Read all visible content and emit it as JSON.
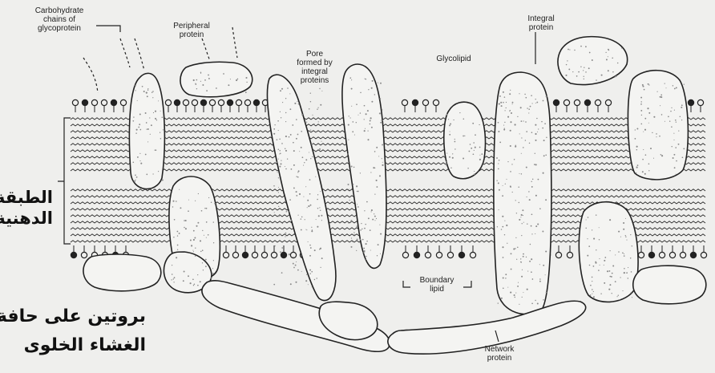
{
  "labels": {
    "carbohydrate": "Carbohydrate\nchains of\nglycoprotein",
    "peripheral": "Peripheral\nprotein",
    "pore": "Pore\nformed by\nintegral\nproteins",
    "glycolipid": "Glycolipid",
    "integral": "Integral\nprotein",
    "boundary": "Boundary\nlipid",
    "network": "Network\nprotein"
  },
  "arabic": {
    "lipid_layer_line1": "الطبقة",
    "lipid_layer_line2": "الدهنية",
    "edge_protein_line1": "بروتين على حافة",
    "edge_protein_line2": "الغشاء الخلوى"
  },
  "colors": {
    "ink": "#222222",
    "background": "#efefed",
    "protein_fill": "#f4f4f2",
    "speckle": "#8a8a8a"
  }
}
